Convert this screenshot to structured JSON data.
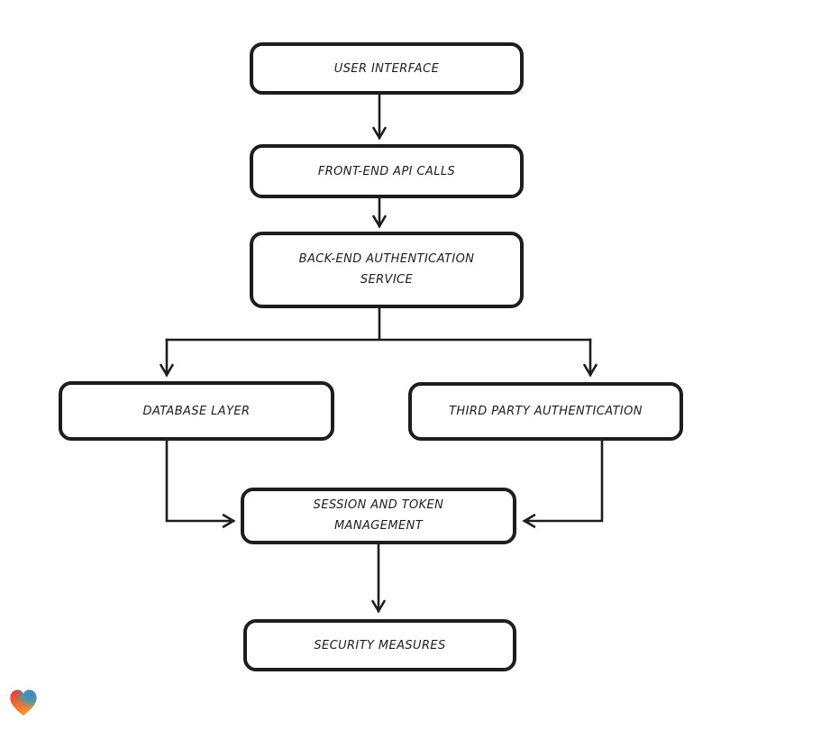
{
  "diagram": {
    "stroke_color": "#1d1d1d",
    "node_fill": "#ffffff",
    "background": "#ffffff",
    "nodes": [
      {
        "id": "user-interface",
        "label": "USER INTERFACE"
      },
      {
        "id": "front-end-api-calls",
        "label": "FRONT-END API CALLS"
      },
      {
        "id": "back-end-authentication-service",
        "label": "BACK-END AUTHENTICATION SERVICE"
      },
      {
        "id": "database-layer",
        "label": "DATABASE LAYER"
      },
      {
        "id": "third-party-authentication",
        "label": "THIRD PARTY AUTHENTICATION"
      },
      {
        "id": "session-and-token-management",
        "label": "SESSION AND TOKEN MANAGEMENT"
      },
      {
        "id": "security-measures",
        "label": "SECURITY MEASURES"
      }
    ],
    "edges": [
      {
        "from": "user-interface",
        "to": "front-end-api-calls"
      },
      {
        "from": "front-end-api-calls",
        "to": "back-end-authentication-service"
      },
      {
        "from": "back-end-authentication-service",
        "to": "database-layer"
      },
      {
        "from": "back-end-authentication-service",
        "to": "third-party-authentication"
      },
      {
        "from": "database-layer",
        "to": "session-and-token-management"
      },
      {
        "from": "third-party-authentication",
        "to": "session-and-token-management"
      },
      {
        "from": "session-and-token-management",
        "to": "security-measures"
      }
    ]
  },
  "logo": {
    "name": "heart-logo",
    "colors": {
      "red": "#e23a3b",
      "orange": "#f89c2d",
      "mid_orange": "#ef6f33",
      "blue": "#2b8cdf",
      "teal": "#2ba3b8"
    }
  }
}
